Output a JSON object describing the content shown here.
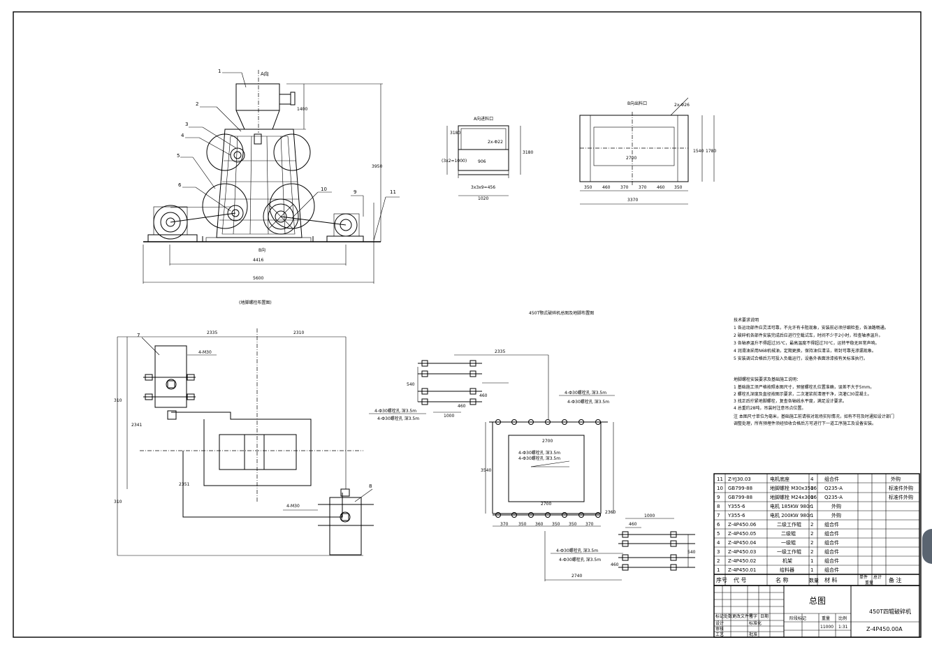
{
  "drawing_title": "450T颚式破碎机总图及地脚布置图",
  "main_view": {
    "view_label_top": "A向",
    "view_label_bottom": "B向",
    "part_callouts": [
      "1",
      "2",
      "3",
      "4",
      "5",
      "6",
      "10",
      "9",
      "11"
    ],
    "dims": {
      "overall_width": "5600",
      "base_width": "4416",
      "height_total": "3950",
      "hopper_h": "1400"
    }
  },
  "left_plan_caption": "(地脚螺栓布置图)",
  "plan_view": {
    "callouts": [
      "7",
      "8"
    ],
    "dims": {
      "top_a": "2335",
      "top_b": "2310",
      "left_a": "310",
      "left_b": "2341",
      "left_c": "310",
      "mid": "2351"
    },
    "note": "4-M30"
  },
  "inlet_view_a": {
    "title": "A向进料口",
    "dims": {
      "w": "1020",
      "h": "3180",
      "inner": "906",
      "bottom": "3x3x9=456",
      "left": "(3x2=1000)",
      "dia": "2x-Φ22"
    }
  },
  "inlet_view_b": {
    "title": "B向出料口",
    "dims": {
      "inner_w": "2700",
      "total_w": "3370",
      "h1": "1540",
      "h2": "1780",
      "dia": "2x-Φ26"
    },
    "bolt_pitch": [
      "350",
      "460",
      "370",
      "370",
      "460",
      "350"
    ]
  },
  "foundation_view": {
    "dims": {
      "top": "2335",
      "mid": "3540",
      "bottom": "2740",
      "w1": "1000",
      "w2": "460",
      "w3": "1000",
      "h1": "540",
      "h2": "2360",
      "inner": "2700"
    },
    "bolt_note": "4-Ф30螺栓孔 深3.5m",
    "pitch": [
      "370",
      "350",
      "360",
      "350",
      "350",
      "370"
    ]
  },
  "tech_requirements": {
    "heading": "技术要求说明",
    "lines": [
      "1 各运动部件应灵活可靠，不允许有卡阻现象，安装前必须仔细检查，各油路畅通。",
      "2 破碎机各部件安装完成后应进行空载试车，时间不少于2小时，检查轴承温升。",
      "3 各轴承温升不得超过35℃，最高温度不得超过70℃，运转平稳无异常声响。",
      "4 润滑油采用N68机械油，定期更换，保持油位清洁，密封可靠无渗漏现象。",
      "5 安装调试合格后方可投入负载运行，设备外表面涂漆按有关标准执行。",
      "",
      "地脚螺栓安装要求及基础施工说明：",
      "1 基础施工须严格按照本图尺寸，预留螺栓孔位置准确，误差不大于5mm。",
      "2 螺栓孔深度及直径按图示要求，二次灌浆前清理干净，浇灌C30混凝土。",
      "3 找正后拧紧地脚螺栓，复查各轴线水平度，满足设计要求。",
      "4 总重约28吨，吊装时注意吊点位置。",
      "",
      "注 本图尺寸单位为毫米，基础施工前请核对现场实际情况，如有不符及时通知设计部门",
      "   调整处理，所有预埋件须经验收合格后方可进行下一道工序施工及设备安装。"
    ]
  },
  "bom": {
    "rows": [
      [
        "11",
        "Z-YJ30.03",
        "电机底座",
        "4",
        "组合件",
        "",
        "",
        "外购"
      ],
      [
        "10",
        "GB799-88",
        "地脚螺栓 M30x350",
        "16",
        "Q235-A",
        "",
        "",
        "标准件外购"
      ],
      [
        "9",
        "GB799-88",
        "地脚螺栓 M24x300",
        "16",
        "Q235-A",
        "",
        "",
        "标准件外购"
      ],
      [
        "8",
        "Y355-6",
        "电机 185KW 980r",
        "1",
        "外购",
        "",
        "",
        ""
      ],
      [
        "7",
        "Y355-6",
        "电机 200KW 980r",
        "1",
        "外购",
        "",
        "",
        ""
      ],
      [
        "6",
        "Z-4P450.06",
        "二级工作辊",
        "2",
        "组合件",
        "",
        "",
        ""
      ],
      [
        "5",
        "Z-4P450.05",
        "二级辊",
        "2",
        "组合件",
        "",
        "",
        ""
      ],
      [
        "4",
        "Z-4P450.04",
        "一级辊",
        "2",
        "组合件",
        "",
        "",
        ""
      ],
      [
        "3",
        "Z-4P450.03",
        "一级工作辊",
        "2",
        "组合件",
        "",
        "",
        ""
      ],
      [
        "2",
        "Z-4P450.02",
        "机架",
        "1",
        "组合件",
        "",
        "",
        ""
      ],
      [
        "1",
        "Z-4P450.01",
        "给料器",
        "1",
        "组合件",
        "",
        "",
        ""
      ]
    ],
    "headers": [
      "序号",
      "代  号",
      "名  称",
      "数量",
      "材  料",
      "单件",
      "总计",
      "备  注"
    ],
    "mass_label": "重量"
  },
  "title_block": {
    "drawing_name": "总图",
    "product_name": "450T四辊破碎机",
    "drawing_no": "Z-4P450.00A",
    "scale": "1:31",
    "labels": [
      "标记",
      "处数",
      "更改文件号",
      "签字",
      "日期",
      "设计",
      "审核",
      "工艺",
      "标准化",
      "批准"
    ],
    "stage_labels": [
      "阶段标记",
      "重量",
      "比例"
    ],
    "weight": "11000"
  },
  "colors": {
    "line": "#000000",
    "paper": "#ffffff",
    "scroll_knob": "#5a6470"
  }
}
